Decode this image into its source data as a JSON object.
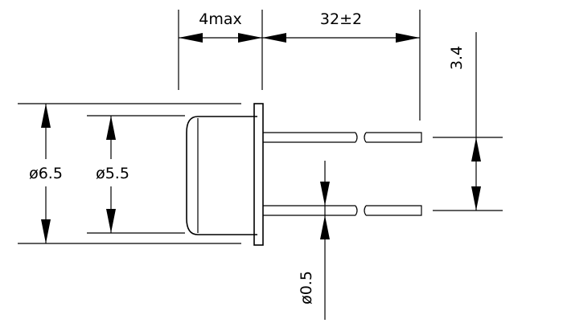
{
  "dimensions": {
    "body_length": "4max",
    "lead_length": "32±2",
    "lead_spacing": "3.4",
    "outer_diameter": "ø6.5",
    "inner_diameter": "ø5.5",
    "lead_diameter": "ø0.5"
  },
  "colors": {
    "line": "#000000",
    "background": "#ffffff"
  }
}
